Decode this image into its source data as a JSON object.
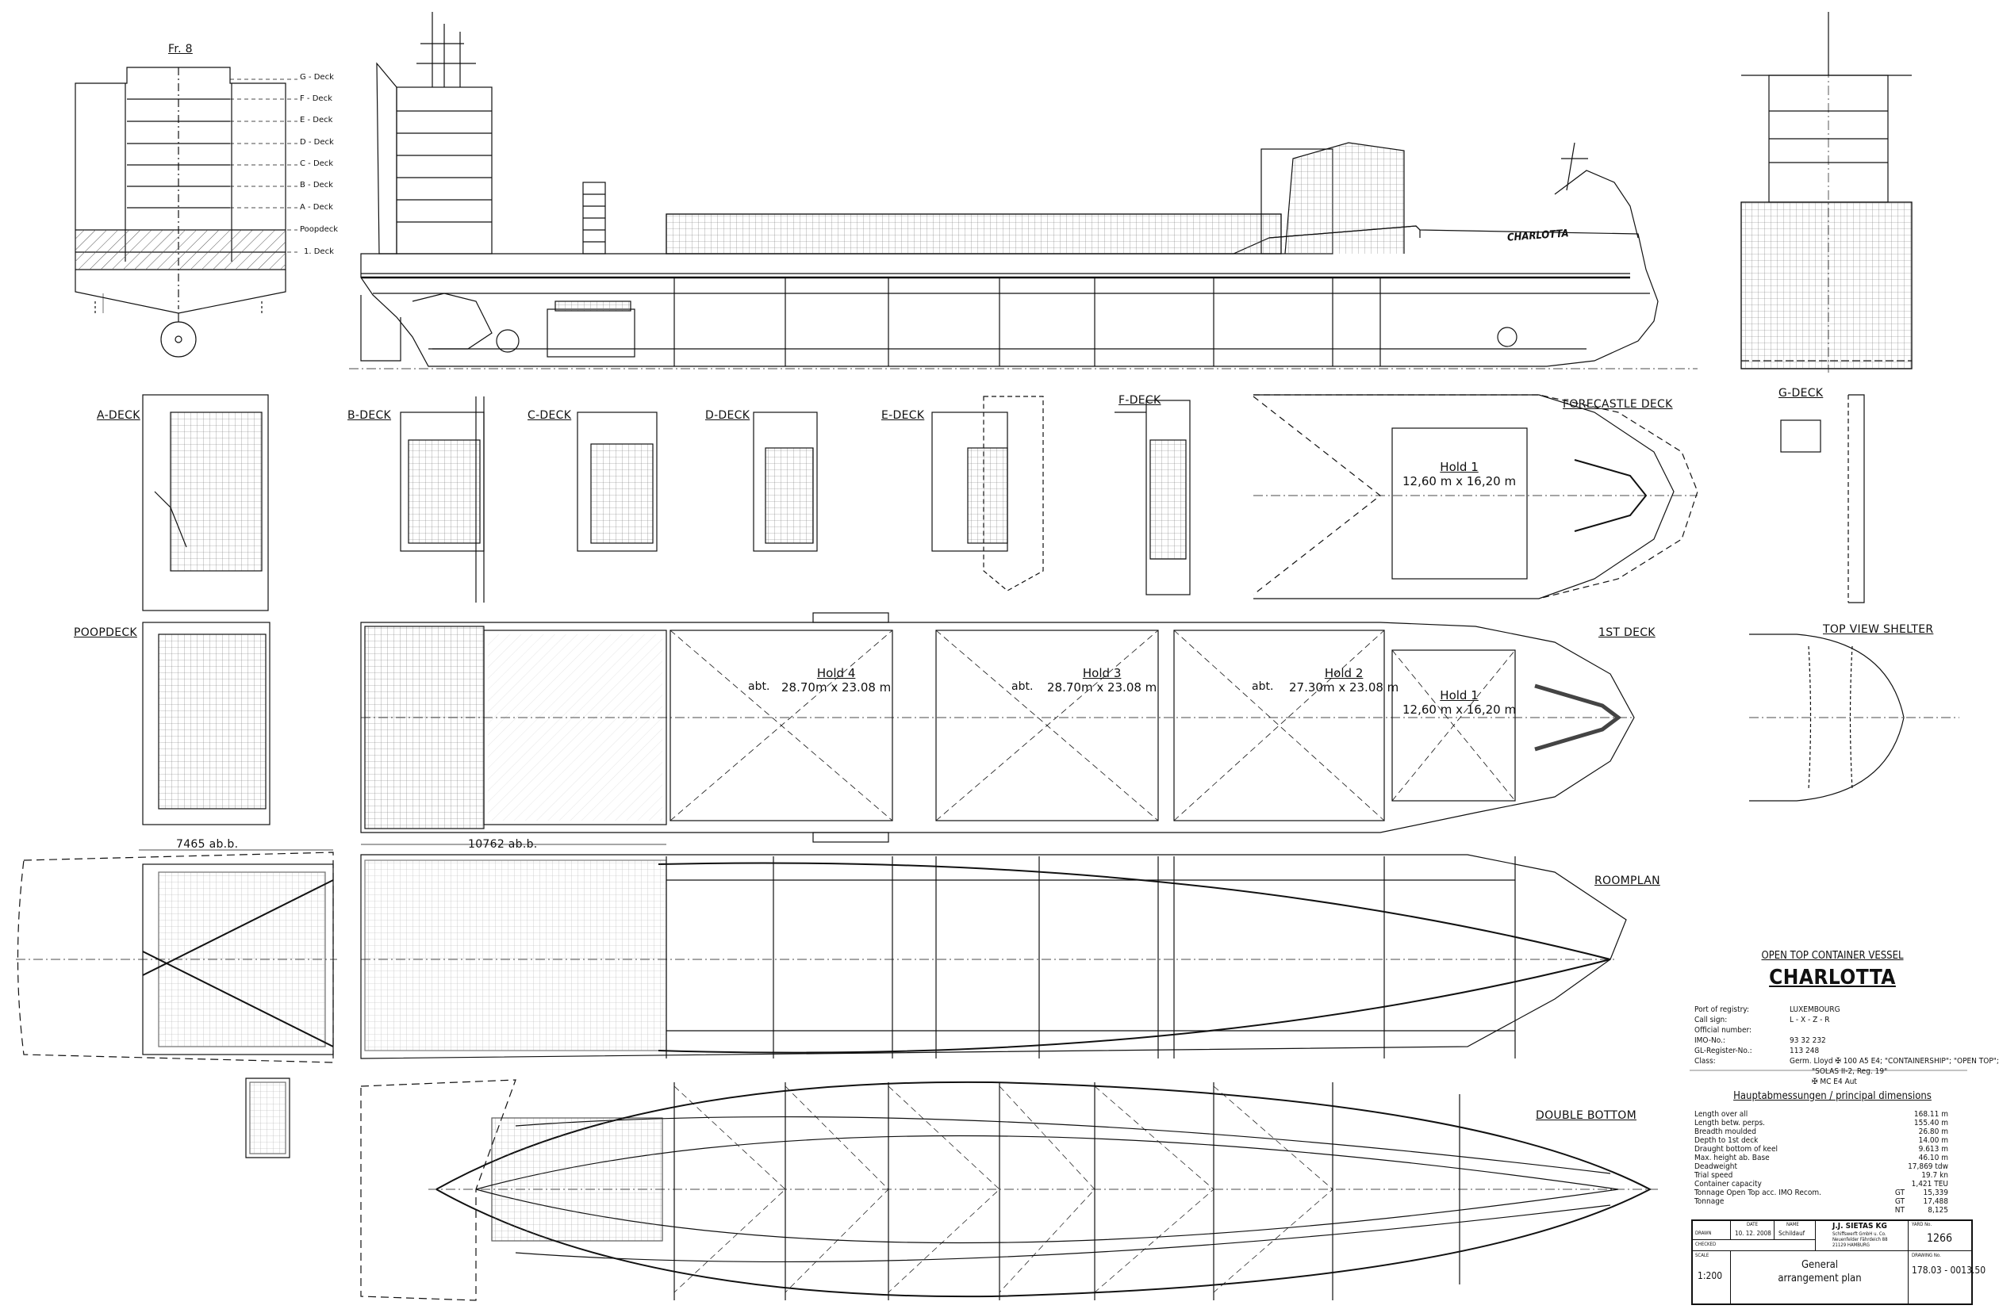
{
  "sections": {
    "frame_section": "Fr. 8",
    "a_deck": "A-DECK",
    "b_deck": "B-DECK",
    "c_deck": "C-DECK",
    "d_deck": "D-DECK",
    "e_deck": "E-DECK",
    "f_deck": "F-DECK",
    "g_deck": "G-DECK",
    "forecastle_deck": "FORECASTLE DECK",
    "poopdeck": "POOPDECK",
    "first_deck": "1ST DECK",
    "top_view_shelter": "TOP VIEW SHELTER",
    "roomplan": "ROOMPLAN",
    "double_bottom": "DOUBLE BOTTOM",
    "dim_7465": "7465 ab.b.",
    "dim_10762": "10762 ab.b."
  },
  "deck_levels": [
    "G - Deck",
    "F - Deck",
    "E - Deck",
    "D - Deck",
    "C - Deck",
    "B - Deck",
    "A - Deck",
    "Poopdeck",
    "1. Deck"
  ],
  "ship_name_on_hull": "CHARLOTTA",
  "holds": {
    "hold4": {
      "name": "Hold 4",
      "size": "28.70m x 23.08 m"
    },
    "hold3": {
      "name": "Hold 3",
      "size": "28.70m x 23.08 m"
    },
    "hold2": {
      "name": "Hold 2",
      "size": "27.30m x 23.08 m"
    },
    "hold1": {
      "name": "Hold 1",
      "size": "12,60 m x 16,20 m"
    },
    "abt": "abt."
  },
  "vessel": {
    "type": "OPEN TOP CONTAINER VESSEL",
    "name": "CHARLOTTA",
    "registry": [
      {
        "label": "Port of registry:",
        "value": "LUXEMBOURG"
      },
      {
        "label": "Call sign:",
        "value": "L - X - Z - R"
      },
      {
        "label": "Official number:",
        "value": ""
      },
      {
        "label": "IMO-No.:",
        "value": "93 32 232"
      },
      {
        "label": "GL-Register-No.:",
        "value": "113 248"
      },
      {
        "label": "Class:",
        "value": "Germ. Lloyd ✠ 100 A5 E4; \"CONTAINERSHIP\"; \"OPEN TOP\";"
      },
      {
        "label": "",
        "value": "\"SOLAS II-2, Reg. 19\""
      },
      {
        "label": "",
        "value": "✠ MC E4 Aut"
      }
    ]
  },
  "dimensions": {
    "title": "Hauptabmessungen / principal dimensions",
    "rows": [
      {
        "label": "Length over all",
        "prefix": "",
        "value": "168.11 m"
      },
      {
        "label": "Length betw. perps.",
        "prefix": "",
        "value": "155.40 m"
      },
      {
        "label": "Breadth moulded",
        "prefix": "",
        "value": "26.80 m"
      },
      {
        "label": "Depth to 1st deck",
        "prefix": "",
        "value": "14.00 m"
      },
      {
        "label": "Draught bottom of keel",
        "prefix": "",
        "value": "9.613 m"
      },
      {
        "label": "Max. height ab. Base",
        "prefix": "",
        "value": "46.10 m"
      },
      {
        "label": "Deadweight",
        "prefix": "",
        "value": "17,869 tdw"
      },
      {
        "label": "Trial speed",
        "prefix": "",
        "value": "19.7 kn"
      },
      {
        "label": "Container capacity",
        "prefix": "",
        "value": "1,421 TEU"
      },
      {
        "label": "Tonnage Open Top acc. IMO Recom.",
        "prefix": "GT",
        "value": "15,339"
      },
      {
        "label": "Tonnage",
        "prefix": "GT",
        "value": "17,488"
      },
      {
        "label": "",
        "prefix": "NT",
        "value": "8,125"
      }
    ]
  },
  "title_block": {
    "drawn_label": "DRAWN",
    "checked_label": "CHECKED",
    "date_label": "DATE",
    "name_label": "NAME",
    "date": "10. 12. 2008",
    "name": "Schildauf",
    "company": "J.J. SIETAS KG",
    "company_sub1": "Schiffswerft GmbH u. Co.",
    "company_sub2": "Neuenfelder Fährdeich 88",
    "company_sub3": "21129 HAMBURG",
    "yard_label": "YARD No.",
    "yard_no": "1266",
    "scale_label": "SCALE",
    "scale": "1:200",
    "title_line1": "General",
    "title_line2": "arrangement plan",
    "drawing_label": "DRAWING No.",
    "drawing_no": "178.03 - 0013.50"
  }
}
